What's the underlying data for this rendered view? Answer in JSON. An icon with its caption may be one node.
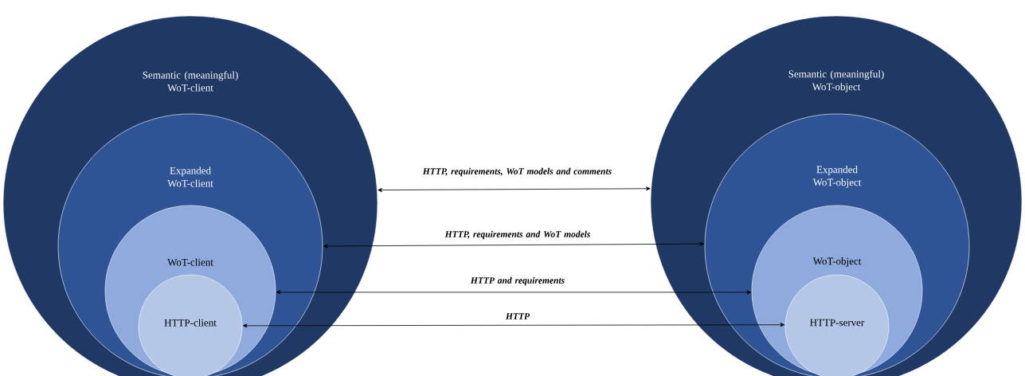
{
  "diagram": {
    "nodes": [
      {
        "text": [
          "Semantic (meaningful) WoT-client"
        ]
      },
      {
        "text": [
          "Expanded WoT-client"
        ],
        "in": 0
      },
      {
        "text": [
          "WoT-client"
        ],
        "in": 1
      },
      {
        "text": [
          "HTTP-client"
        ],
        "in": 2
      },
      {
        "text": [
          "Semantic (meaningful) WoT-object"
        ]
      },
      {
        "text": [
          "Expanded WoT-object"
        ],
        "in": 4
      },
      {
        "text": [
          "WoT-object"
        ],
        "in": 5
      },
      {
        "text": [
          "HTTP-server"
        ],
        "in": 6
      }
    ],
    "edges": [
      {
        "from": 0,
        "to": 4,
        "arrow": "both",
        "label": "HTTP, requirements, WoT models and comments"
      },
      {
        "from": 1,
        "to": 5,
        "arrow": "both",
        "label": "HTTP, requirements and WoT models"
      },
      {
        "from": 2,
        "to": 6,
        "arrow": "both",
        "label": "HTTP and requirements"
      },
      {
        "from": 3,
        "to": 7,
        "arrow": "both",
        "label": "HTTP"
      }
    ]
  }
}
